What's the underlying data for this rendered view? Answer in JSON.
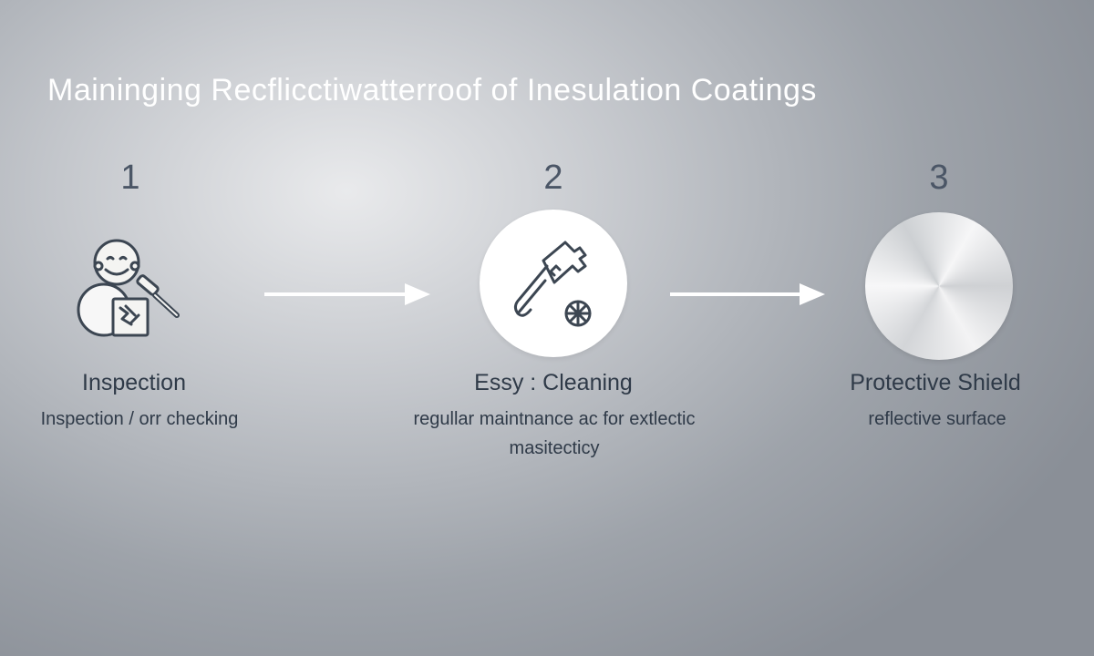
{
  "title": "Maininging Recflicctiwatterroof of Inesulation Coatings",
  "steps": [
    {
      "number": "1",
      "title": "Inspection",
      "description": "Inspection / orr checking",
      "icon": "inspector-with-magnifier-icon"
    },
    {
      "number": "2",
      "title": "Essy : Cleaning",
      "description": "regullar maintnance ac for extlectic masitecticy",
      "icon": "roller-brush-icon"
    },
    {
      "number": "3",
      "title": "Protective Shield",
      "description": "reflective surface",
      "icon": "reflective-disc"
    }
  ],
  "colors": {
    "background": "#9ea3aa",
    "text": "#2f3a48",
    "number": "#4b5666",
    "title": "#ffffff"
  }
}
